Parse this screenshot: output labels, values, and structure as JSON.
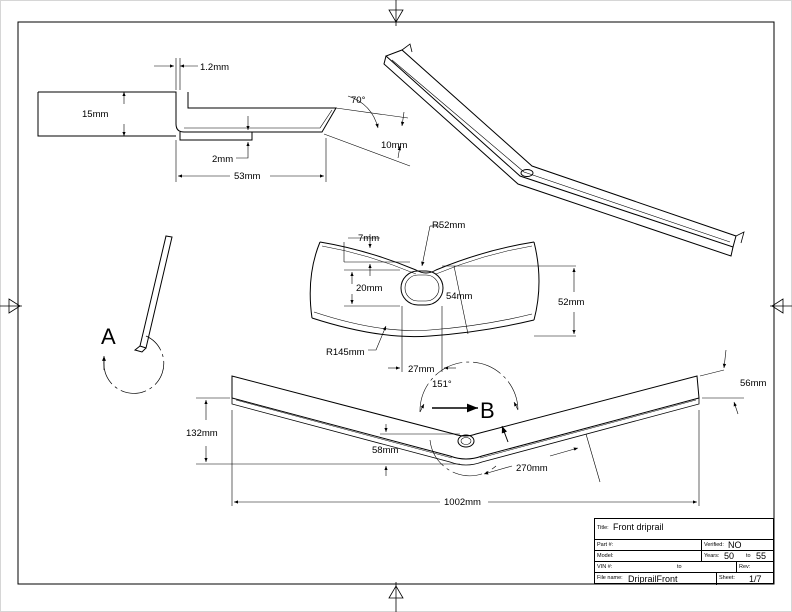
{
  "dimensions": {
    "thickness": "1.2mm",
    "height": "15mm",
    "angle_top": "70°",
    "lip": "10mm",
    "flange": "2mm",
    "width": "53mm",
    "notch_depth": "7mm",
    "top_radius": "R52mm",
    "hole_height": "20mm",
    "diag": "54mm",
    "overall_height": "52mm",
    "bottom_radius": "R145mm",
    "hole_width": "27mm",
    "bend_angle": "151°",
    "end_height": "56mm",
    "rise": "132mm",
    "offset": "58mm",
    "arm": "270mm",
    "length": "1002mm"
  },
  "views": {
    "label_a": "A",
    "label_b": "B"
  },
  "title_block": {
    "title_label": "Title:",
    "title": "Front driprail",
    "part_label": "Part #:",
    "part": "",
    "verified_label": "Verified:",
    "verified": "NO",
    "model_label": "Model:",
    "model": "",
    "years_label": "Years:",
    "year_from": "50",
    "to_label": "to",
    "year_to": "55",
    "vin_label": "VIN #:",
    "vin_to_label": "to",
    "rev_label": "Rev:",
    "rev": "",
    "file_label": "File name:",
    "file": "DriprailFront",
    "sheet_label": "Sheet:",
    "sheet": "1/7"
  }
}
